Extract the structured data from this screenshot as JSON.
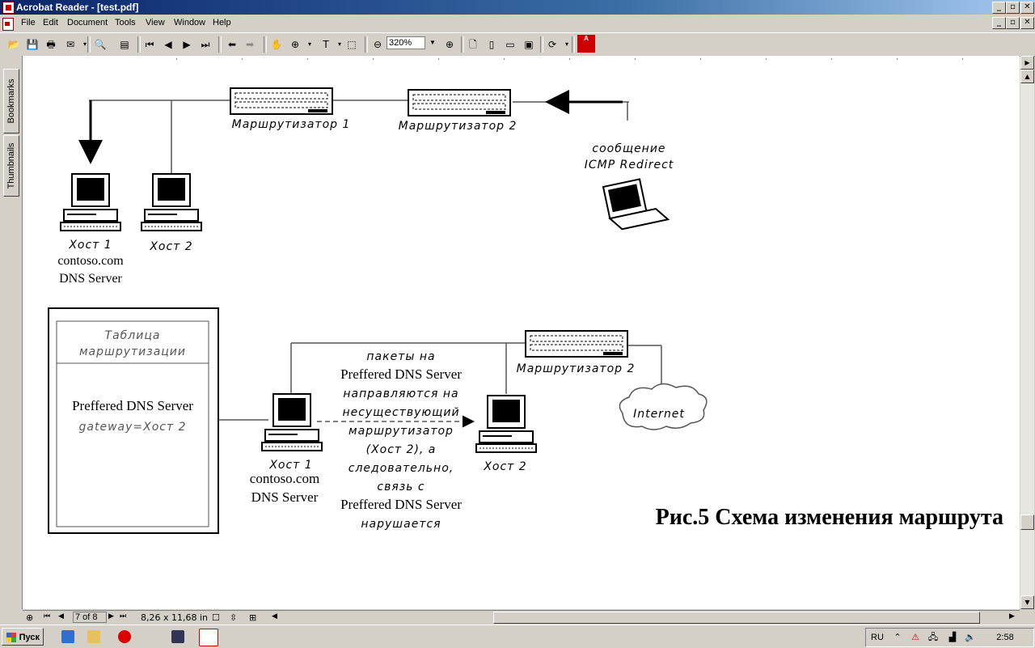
{
  "window": {
    "title": "Acrobat Reader - [test.pdf]",
    "buttons": {
      "minimize": "_",
      "maximize": "▫",
      "close": "✕"
    }
  },
  "menu": [
    "File",
    "Edit",
    "Document",
    "Tools",
    "View",
    "Window",
    "Help"
  ],
  "toolbar": {
    "zoom": "320%"
  },
  "nav_tabs": [
    "Bookmarks",
    "Thumbnails"
  ],
  "document": {
    "top_diagram": {
      "router1": "Маршрутизатор 1",
      "router2": "Маршрутизатор 2",
      "icmp_line1": "сообщение",
      "icmp_line2": "ICMP Redirect",
      "host1": "Хост 1",
      "host2": "Хост 2",
      "host1_sub1": "contoso.com",
      "host1_sub2": "DNS Server"
    },
    "bottom_diagram": {
      "table_title1": "Таблица",
      "table_title2": "маршрутизации",
      "table_row1": "Preffered DNS Server",
      "table_row2": "gateway=Хост 2",
      "router2": "Маршрутизатор 2",
      "internet": "Internet",
      "host1": "Хост 1",
      "host1_sub1": "contoso.com",
      "host1_sub2": "DNS Server",
      "host2": "Хост 2",
      "note": [
        "пакеты на",
        "Preffered DNS Server",
        "направляются на",
        "несуществующий",
        "маршрутизатор",
        "(Хост 2), а",
        "следовательно,",
        "связь с",
        "Preffered DNS Server",
        "нарушается"
      ]
    },
    "caption": "Рис.5 Схема изменения маршрута"
  },
  "statusbar": {
    "page": "7 of 8",
    "size": "8,26 x 11,68 in"
  },
  "taskbar": {
    "start": "Пуск",
    "lang": "RU",
    "time": "2:58"
  }
}
